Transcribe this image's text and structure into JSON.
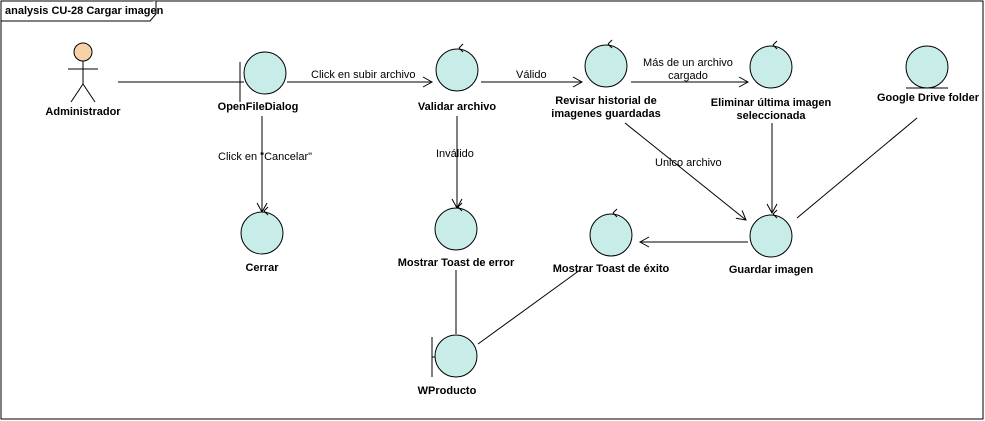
{
  "frame": {
    "title": "analysis CU-28 Cargar imagen"
  },
  "colors": {
    "object_fill": "#c8ece8",
    "actor_head_fill": "#f5d2a8",
    "line": "#000000"
  },
  "nodes": {
    "administrador": {
      "label": "Administrador",
      "kind": "actor"
    },
    "open_file_dialog": {
      "label": "OpenFileDialog",
      "kind": "boundary"
    },
    "cerrar": {
      "label": "Cerrar",
      "kind": "control"
    },
    "validar_archivo": {
      "label": "Validar archivo",
      "kind": "control"
    },
    "mostrar_toast_error": {
      "label": "Mostrar Toast de error",
      "kind": "control"
    },
    "wproducto": {
      "label": "WProducto",
      "kind": "boundary"
    },
    "revisar_historial": {
      "label_lines": [
        "Revisar historial de",
        "imagenes guardadas"
      ],
      "kind": "control"
    },
    "eliminar_ultima": {
      "label_lines": [
        "Eliminar última imagen",
        "seleccionada"
      ],
      "kind": "control"
    },
    "google_drive": {
      "label": "Google Drive folder",
      "kind": "entity"
    },
    "guardar_imagen": {
      "label": "Guardar imagen",
      "kind": "control"
    },
    "mostrar_toast_exito": {
      "label": "Mostrar Toast de éxito",
      "kind": "control"
    }
  },
  "edges": {
    "click_subir": "Click en subir archivo",
    "click_cancelar": "Click en \"Cancelar\"",
    "valido": "Válido",
    "invalido": "Inválido",
    "mas_de_un_archivo": [
      "Más de un archivo",
      "cargado"
    ],
    "unico_archivo": "Unico archivo"
  }
}
